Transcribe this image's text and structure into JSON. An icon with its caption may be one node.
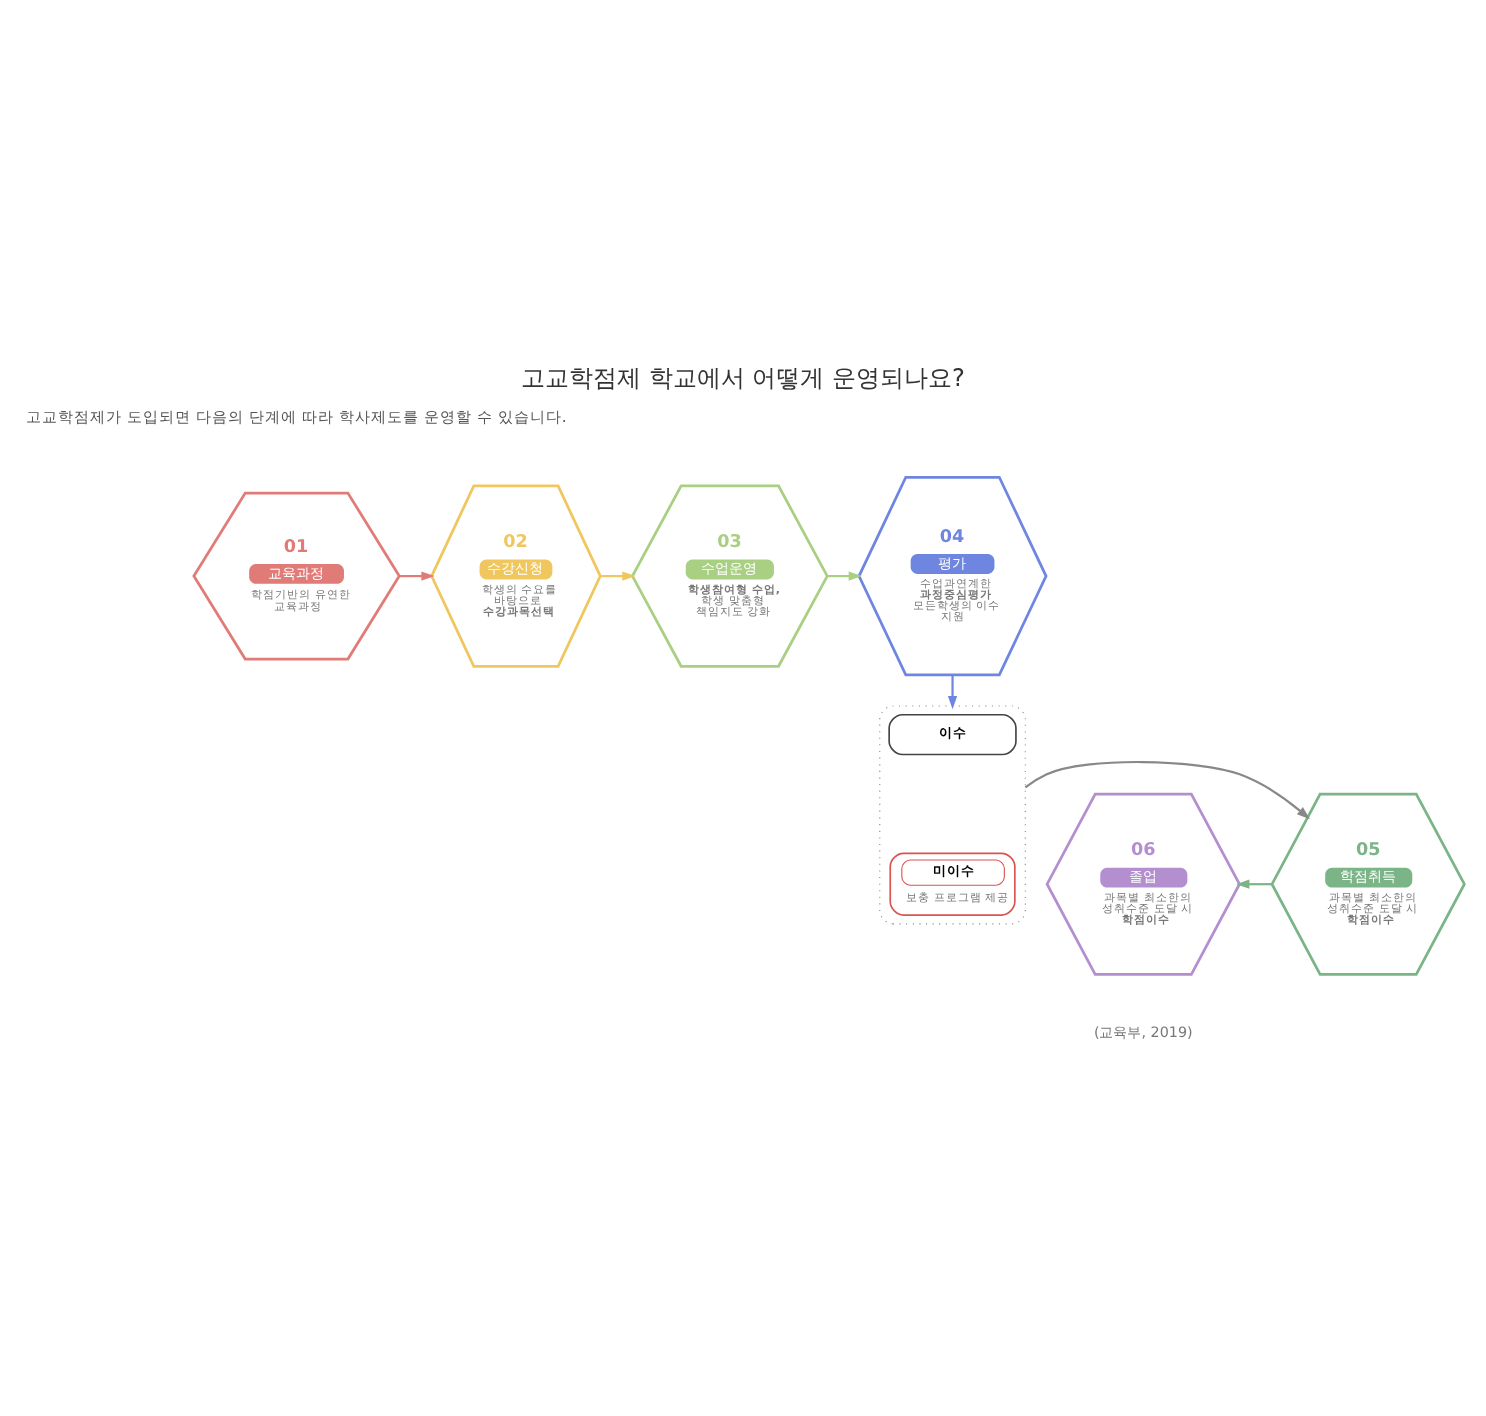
{
  "diagram": {
    "title": "고교학점제 학교에서 어떻게 운영되나요?",
    "caption": "(교육부, 2019)",
    "nodes": [
      {
        "text": [
          "01",
          "교육과정",
          "학점기반의 유연한 교육과정"
        ]
      },
      {
        "text": [
          "02",
          "수강신청",
          "학생의 수요를 바탕으로 **수강과목선택**"
        ]
      },
      {
        "text": [
          "03",
          "수업운영",
          "**학생참여형 수업,** 학생 맞춤형 책임지도 강화"
        ]
      },
      {
        "text": [
          "04",
          "평가",
          "수업과연계한 **과정중심평가** 모든학생의 이수 지원"
        ]
      },
      {
        "text": [
          "06",
          "졸업",
          "과목별 최소한의 성취수준 도달 시 **학점이수**"
        ]
      },
      {
        "text": [
          "05",
          "학점취득",
          "과목별 최소한의 성취수준 도달 시 **학점이수**"
        ]
      },
      {
        "text": [],
        "shape": "box"
      },
      {
        "text": [
          "이수"
        ],
        "in": 6
      },
      {
        "text": [
          "미이수",
          "보충 프로그램 제공"
        ],
        "in": 6
      }
    ],
    "edges": [
      {
        "from": 0,
        "to": 1,
        "arrow": "to",
        "color": "#e07b78"
      },
      {
        "from": 1,
        "to": 2,
        "arrow": "to",
        "color": "#f0c75e"
      },
      {
        "from": 2,
        "to": 3,
        "arrow": "to",
        "color": "#a9cf83"
      },
      {
        "from": 3,
        "to": 6,
        "arrow": "to",
        "color": "#6f86e0"
      },
      {
        "from": 6,
        "to": 5,
        "arrow": "to",
        "color": "#888888"
      },
      {
        "from": 5,
        "to": 4,
        "arrow": "to",
        "color": "#7bb587"
      }
    ],
    "labels": [
      "고교학점제가 도입되면 다음의 단계에 따라 학사제도를 운영할 수 있습니다."
    ]
  }
}
